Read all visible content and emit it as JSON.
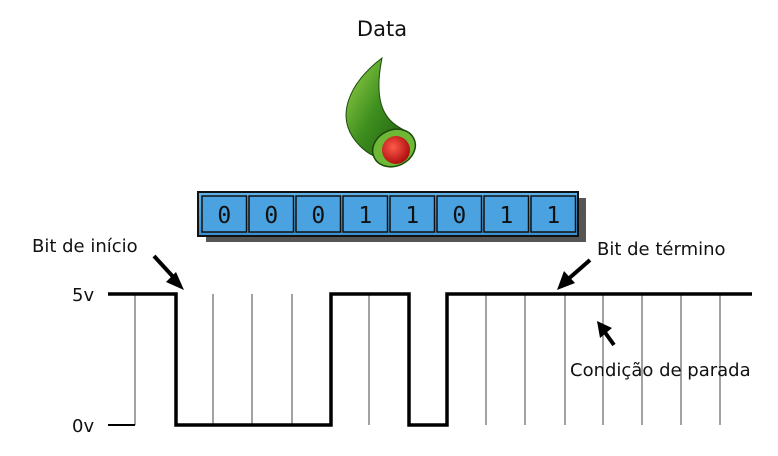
{
  "title": "Data",
  "bits": [
    "0",
    "0",
    "0",
    "1",
    "1",
    "0",
    "1",
    "1"
  ],
  "labels": {
    "start_bit": "Bit de início",
    "end_bit": "Bit de término",
    "stop_condition": "Condição de parada"
  },
  "levels": {
    "high": "5v",
    "low": "0v"
  },
  "signal_levels": [
    1,
    0,
    0,
    0,
    0,
    1,
    1,
    0,
    1,
    1,
    1,
    1,
    1,
    1,
    1,
    1
  ],
  "colors": {
    "bit_box_fill": "#4aa3e0",
    "bit_box_stroke": "#111111",
    "high_label": "#cc1111",
    "low_label": "#111111",
    "signal": "#000000",
    "cable_green": "#3f8f1f",
    "cable_core": "#cc1a1a"
  },
  "icons": {
    "cable": "fiber-cable-icon",
    "arrow": "diagonal-arrow-icon"
  }
}
